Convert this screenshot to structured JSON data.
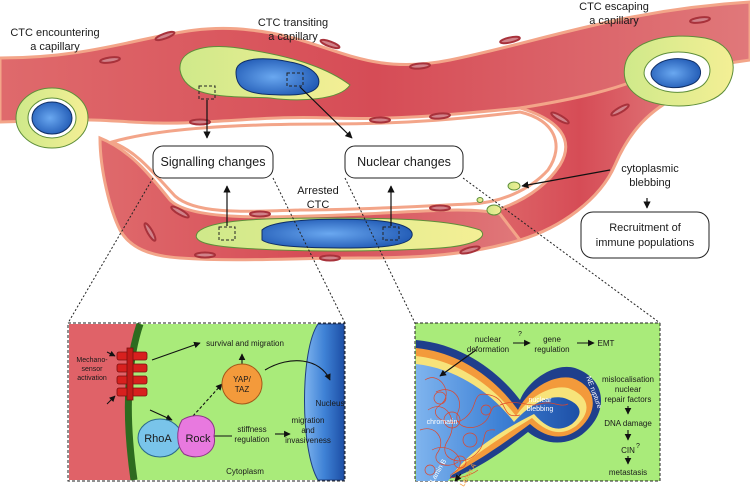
{
  "top": {
    "ctc_encountering": [
      "CTC encountering",
      "a capillary"
    ],
    "ctc_transiting": [
      "CTC transiting",
      "a capillary"
    ],
    "ctc_escaping": [
      "CTC escaping",
      "a capillary"
    ],
    "arrested_ctc": [
      "Arrested",
      "CTC"
    ],
    "signalling_changes": "Signalling changes",
    "nuclear_changes": "Nuclear changes",
    "cytoplasmic_blebbing": [
      "cytoplasmic",
      "blebbing"
    ],
    "recruitment": [
      "Recruitment of",
      "immune populations"
    ]
  },
  "left_panel": {
    "mechanosensor": [
      "Mechano-",
      "sensor",
      "activation"
    ],
    "survival_migration": "survival and migration",
    "yap_taz": [
      "YAP/",
      "TAZ"
    ],
    "rhoa": "RhoA",
    "rock": "Rock",
    "stiffness": [
      "stiffness",
      "regulation"
    ],
    "migration_invasiveness": [
      "migration",
      "and",
      "invasiveness"
    ],
    "nucleus": "Nucleus",
    "cytoplasm": "Cytoplasm"
  },
  "right_panel": {
    "nuclear_deformation": [
      "nuclear",
      "deformation"
    ],
    "q1": "?",
    "gene_regulation": [
      "gene",
      "regulation"
    ],
    "emt": "EMT",
    "mislocalisation": [
      "mislocalisation",
      "nuclear",
      "repair factors"
    ],
    "ne_rupture": "NE rupture",
    "nuclear_blebbing": [
      "nuclear",
      "blebbing"
    ],
    "chromatin": "chromatin",
    "dna_damage": "DNA damage",
    "q2": "?",
    "cin": "CIN",
    "metastasis": "metastasis",
    "lamin_b": "Lamin B",
    "lamin_a": "Lamin A"
  },
  "colors": {
    "vessel": "#d9545a",
    "vessel_edge": "#f3a589",
    "cell_green": "#c8e98e",
    "cell_yellow": "#f2ec8a",
    "nucleus_blue": "#2f6fc8",
    "panel_green": "#a9eb7a",
    "membrane": "#2d6b1f",
    "receptor": "#d8201e",
    "yap": "#f39a3b",
    "rhoa": "#79c4ea",
    "rock": "#e879df"
  }
}
